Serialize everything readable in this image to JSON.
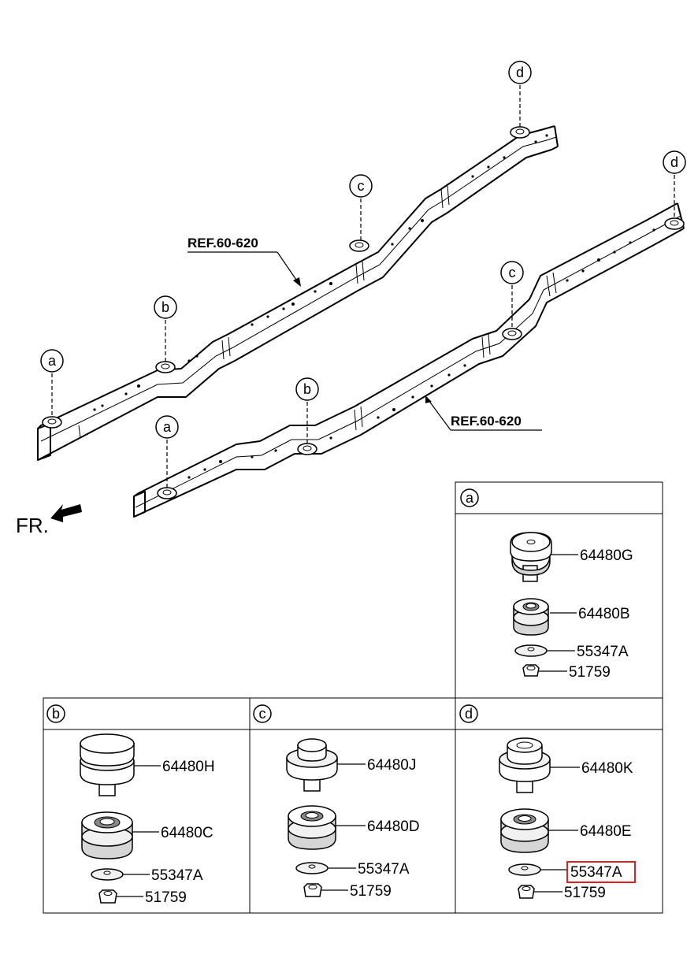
{
  "diagram": {
    "orientation_label": "FR.",
    "references": [
      {
        "id": "ref-upper",
        "text": "REF.60-620"
      },
      {
        "id": "ref-lower",
        "text": "REF.60-620"
      }
    ],
    "frame_callouts": {
      "upper": [
        "a",
        "b",
        "c",
        "d"
      ],
      "lower": [
        "a",
        "b",
        "c",
        "d"
      ]
    },
    "panels": {
      "a": {
        "letter": "a",
        "parts": [
          "64480G",
          "64480B",
          "55347A",
          "51759"
        ]
      },
      "b": {
        "letter": "b",
        "parts": [
          "64480H",
          "64480C",
          "55347A",
          "51759"
        ]
      },
      "c": {
        "letter": "c",
        "parts": [
          "64480J",
          "64480D",
          "55347A",
          "51759"
        ]
      },
      "d": {
        "letter": "d",
        "parts": [
          "64480K",
          "64480E",
          "55347A",
          "51759"
        ],
        "highlighted_part": "55347A"
      }
    },
    "colors": {
      "highlight": "#e02020",
      "line": "#000000"
    }
  }
}
